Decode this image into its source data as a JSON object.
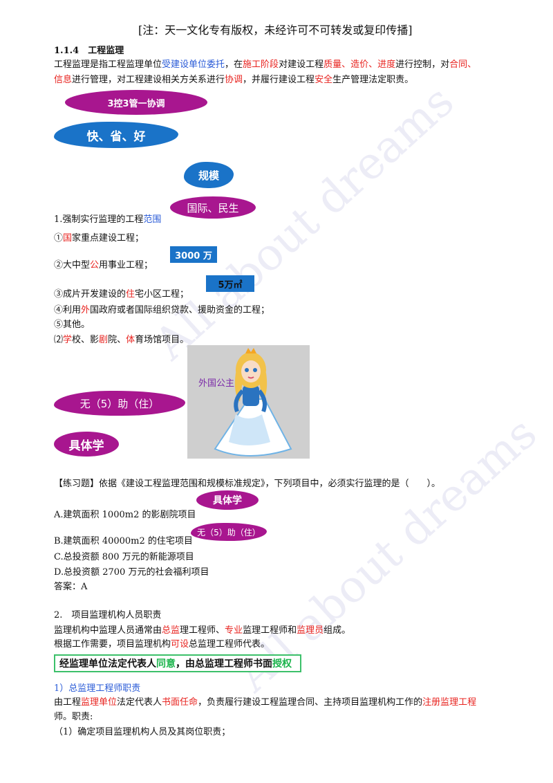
{
  "header_note": "[注：天一文化专有版权，未经许可不可转发或复印传播]",
  "watermark": "All about dreams",
  "section_heading": "1.1.4　工程监理",
  "para1": {
    "s1": "工程监理是指工程监理单位",
    "s2": "受建设单位委托",
    "s3": "，在",
    "s4": "施工阶段",
    "s5": "对建设工程",
    "s6": "质量、造价、进度",
    "s7": "进行控制，对",
    "s8": "合同、",
    "s9": "信息",
    "s10": "进行管理，对工程建设相关方关系进行",
    "s11": "协调",
    "s12": "，并履行建设工程",
    "s13": "安全",
    "s14": "生产管理法定职责。"
  },
  "badges": {
    "control": "3控3管一协调",
    "quick": "快、省、好",
    "scale": "规模",
    "national": "国际、民生",
    "wan3000": "3000 万",
    "wan5": "5万㎡",
    "wuzhuzhu": "无（5）助（住）",
    "juti": "具体学",
    "foreign_princess": "外国公主",
    "juti2": "具体学",
    "wuzhuzhu2": "无（5）助（住）",
    "authorize_a": "经监理单位法定代表人",
    "authorize_b": "同意",
    "authorize_c": "，由总监理工程师书面",
    "authorize_d": "授权"
  },
  "scope": {
    "title_a": "1.强制实行监理的工程",
    "title_b": "范围",
    "i1a": "①",
    "i1b": "国",
    "i1c": "家重点建设工程；",
    "i2a": "②大中型",
    "i2b": "公",
    "i2c": "用事业工程；",
    "i3a": "③成片开发建设的",
    "i3b": "住",
    "i3c": "宅小区工程；",
    "i4a": "④利用",
    "i4b": "外",
    "i4c": "国政府或者国际组织贷款、援助资金的工程；",
    "i5": "⑤其他。",
    "i6a": "⑵",
    "i6b": "学",
    "i6c": "校、影",
    "i6d": "剧",
    "i6e": "院、",
    "i6f": "体",
    "i6g": "育场馆项目。"
  },
  "exercise": {
    "question": "【练习题】依据《建设工程监理范围和规模标准规定》，下列项目中，必须实行监理的是（　　）。",
    "a": "A.建筑面积 1000m2 的影剧院项目",
    "b": "B.建筑面积 40000m2 的住宅项目",
    "c": "C.总投资额 800 万元的新能源项目",
    "d": "D.总投资额 2700 万元的社会福利项目",
    "answer": "答案：A"
  },
  "staff": {
    "title": "2.　项目监理机构人员职责",
    "l1a": "监理机构中监理人员通常由",
    "l1b": "总监",
    "l1c": "理工程师、",
    "l1d": "专业",
    "l1e": "监理工程师和",
    "l1f": "监理员",
    "l1g": "组成。",
    "l2a": "根据工作需要，项目监理机构",
    "l2b": "可设",
    "l2c": "总监理工程师代表。",
    "sub_title": "1）总监理工程师职责",
    "l3a": "由工程",
    "l3b": "监理单位",
    "l3c": "法定代表人",
    "l3d": "书面任命",
    "l3e": "，负责履行建设工程监理合同、主持项目监理机构工作的",
    "l3f": "注册监理工程",
    "l4": "师。职责:",
    "l5": "（1）确定项目监理机构人员及其岗位职责；"
  }
}
